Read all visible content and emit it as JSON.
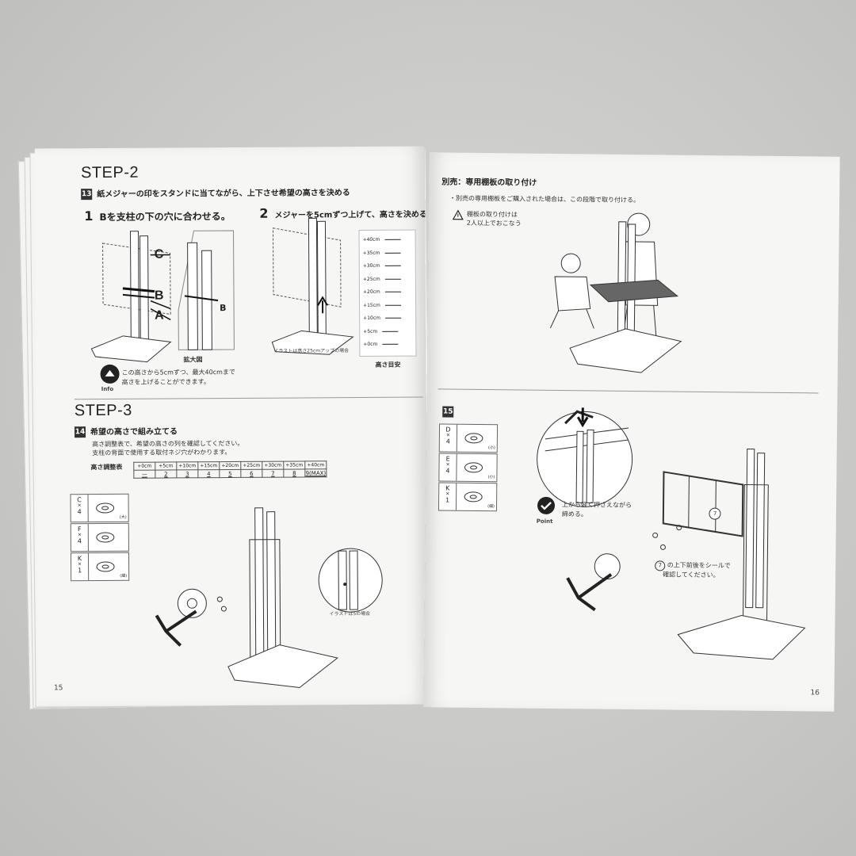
{
  "left_page": {
    "step2": {
      "title": "STEP-2",
      "num": "13",
      "heading": "紙メジャーの印をスタンドに当てながら、上下させ希望の高さを決める",
      "sub1_num": "1",
      "sub1": "Bを支柱の下の穴に合わせる。",
      "sub2_num": "2",
      "sub2": "メジャーを5cmずつ上げて、高さを決める。",
      "labels": {
        "c": "C",
        "b": "B",
        "a": "A",
        "b_zoom": "B"
      },
      "zoom_caption": "拡大図",
      "illus_note": "イラストは高さ25cmアップの場合",
      "measure_caption": "高さ目安",
      "measure_marks": [
        "+40cm",
        "+35cm",
        "+30cm",
        "+25cm",
        "+20cm",
        "+15cm",
        "+10cm",
        "+5cm",
        "+0cm"
      ],
      "info_label": "Info",
      "info_line1": "この高さから5cmずつ、最大40cmまで",
      "info_line2": "高さを上げることができます。"
    },
    "step3": {
      "title": "STEP-3",
      "num": "14",
      "heading": "希望の高さで組み立てる",
      "desc1": "高さ調整表で、希望の高さの列を確認してください。",
      "desc2": "支柱の背面で使用する取付ネジ穴がわかります。",
      "table_label": "高さ調整表",
      "table_heads": [
        "+0cm",
        "+5cm",
        "+10cm",
        "+15cm",
        "+20cm",
        "+25cm",
        "+30cm",
        "+35cm",
        "+40cm"
      ],
      "table_vals": [
        "—",
        "2",
        "3",
        "4",
        "5",
        "6",
        "7",
        "8",
        "9(MAX)"
      ],
      "parts": [
        {
          "id": "C",
          "qty": "4",
          "note": "(大)"
        },
        {
          "id": "F",
          "qty": "4",
          "note": ""
        },
        {
          "id": "K",
          "qty": "1",
          "note": "(細)"
        }
      ],
      "illus_note": "イラストは",
      "illus_note_num": "5",
      "illus_note_tail": "の場合"
    },
    "page_number": "15"
  },
  "right_page": {
    "option": {
      "heading": "別売：専用棚板の取り付け",
      "desc": "・別売の専用棚板をご購入された場合は、この段階で取り付ける。",
      "warn_line1": "棚板の取り付けは",
      "warn_line2": "2人以上でおこなう"
    },
    "step15": {
      "num": "15",
      "parts": [
        {
          "id": "D",
          "qty": "4",
          "note": "(小)"
        },
        {
          "id": "E",
          "qty": "4",
          "note": "(小)"
        },
        {
          "id": "K",
          "qty": "1",
          "note": "(細)"
        }
      ],
      "point_label": "Point",
      "point_line1": "上から軽く押さえながら",
      "point_line2": "締める。",
      "bracket_num": "7",
      "note_num": "7",
      "note_line1": "の上下前後をシールで",
      "note_line2": "確認してください。"
    },
    "page_number": "16"
  }
}
